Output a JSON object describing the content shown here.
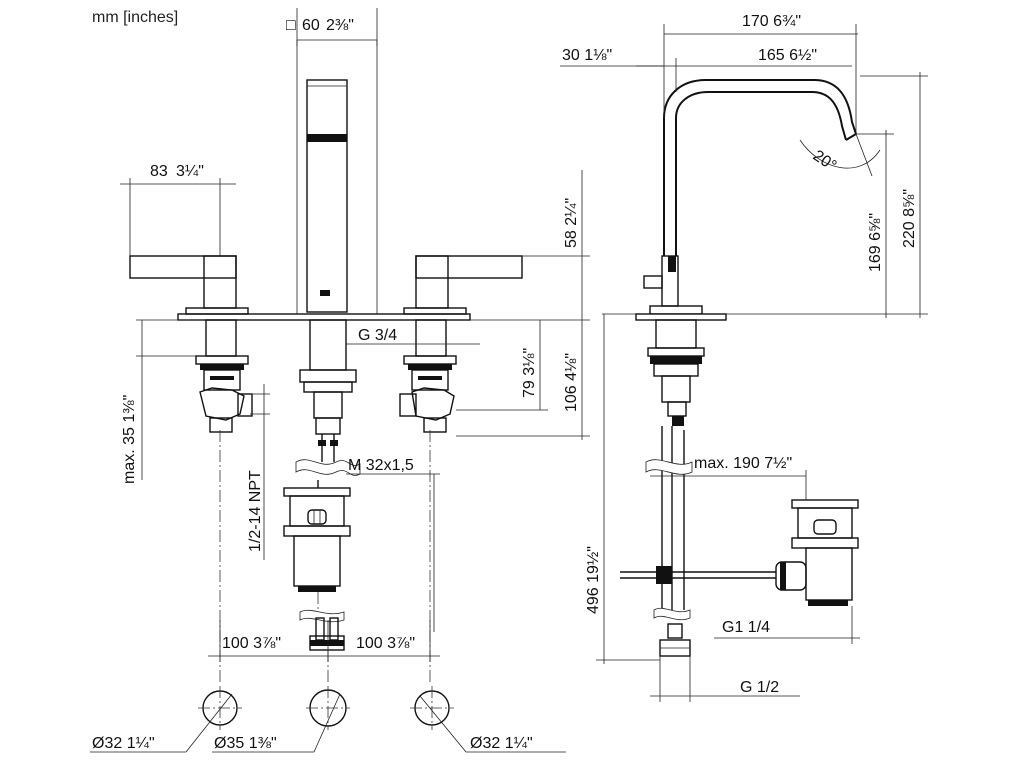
{
  "unit_label": "mm [inches]",
  "dims": {
    "spout_square": {
      "prefix": "□",
      "mm": "60",
      "inch": "2⅜\""
    },
    "handle_width": {
      "mm": "83",
      "inch": "3¼\""
    },
    "handle_height": {
      "mm": "58",
      "inch": "2¼\""
    },
    "valve_depth": {
      "mm": "79",
      "inch": "3⅛\""
    },
    "valve_depth_total": {
      "mm": "106",
      "inch": "4⅛\""
    },
    "max_under": {
      "prefix": "max.",
      "mm": "35",
      "inch": "1⅜\""
    },
    "npt": "1/2-14 NPT",
    "g34": "G 3/4",
    "m32": "M 32x1,5",
    "spacing_left": {
      "mm": "100",
      "inch": "3⅞\""
    },
    "spacing_right": {
      "mm": "100",
      "inch": "3⅞\""
    },
    "hole_left": {
      "prefix": "Ø",
      "mm": "32",
      "inch": "1¼\""
    },
    "hole_center": {
      "prefix": "Ø",
      "mm": "35",
      "inch": "1⅜\""
    },
    "hole_right": {
      "prefix": "Ø",
      "mm": "32",
      "inch": "1¼\""
    },
    "reach_total": {
      "mm": "170",
      "inch": "6¾\""
    },
    "reach": {
      "mm": "165",
      "inch": "6½\""
    },
    "offset": {
      "mm": "30",
      "inch": "1⅛\""
    },
    "angle": "20°",
    "height_169": {
      "mm": "169",
      "inch": "6⅝\""
    },
    "height_220": {
      "mm": "220",
      "inch": "8⅝\""
    },
    "max_190": {
      "prefix": "max.",
      "mm": "190",
      "inch": "7½\""
    },
    "length_496": {
      "mm": "496",
      "inch": "19½\""
    },
    "g1_14": "G1 1/4",
    "g12": "G 1/2"
  }
}
